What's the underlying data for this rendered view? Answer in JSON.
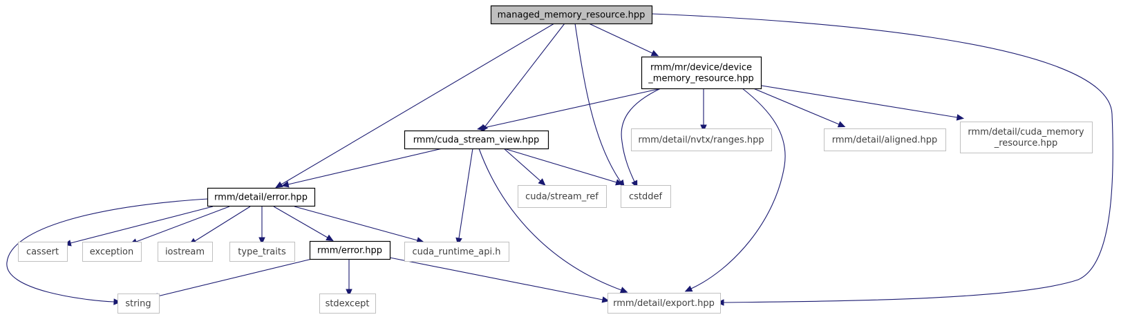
{
  "diagram": {
    "title": "managed_memory_resource.hpp",
    "colors": {
      "edge": "#191970",
      "root_fill": "#bfbfbf",
      "node_border": "#000000",
      "system_border": "#bfbfbf",
      "system_text": "#3f3f3f"
    },
    "nodes": [
      {
        "id": "managed",
        "kind": "root",
        "lines": [
          "managed_memory_resource.hpp"
        ]
      },
      {
        "id": "device",
        "kind": "project",
        "lines": [
          "rmm/mr/device/device",
          "_memory_resource.hpp"
        ]
      },
      {
        "id": "csv",
        "kind": "project",
        "lines": [
          "rmm/cuda_stream_view.hpp"
        ]
      },
      {
        "id": "error_detail",
        "kind": "project",
        "lines": [
          "rmm/detail/error.hpp"
        ]
      },
      {
        "id": "rmm_error",
        "kind": "project",
        "lines": [
          "rmm/error.hpp"
        ]
      },
      {
        "id": "nvtx",
        "kind": "system",
        "lines": [
          "rmm/detail/nvtx/ranges.hpp"
        ]
      },
      {
        "id": "aligned",
        "kind": "system",
        "lines": [
          "rmm/detail/aligned.hpp"
        ]
      },
      {
        "id": "cuda_mr",
        "kind": "system",
        "lines": [
          "rmm/detail/cuda_memory",
          "_resource.hpp"
        ]
      },
      {
        "id": "stream_ref",
        "kind": "system",
        "lines": [
          "cuda/stream_ref"
        ]
      },
      {
        "id": "cstddef",
        "kind": "system",
        "lines": [
          "cstddef"
        ]
      },
      {
        "id": "cassert",
        "kind": "system",
        "lines": [
          "cassert"
        ]
      },
      {
        "id": "exception",
        "kind": "system",
        "lines": [
          "exception"
        ]
      },
      {
        "id": "iostream",
        "kind": "system",
        "lines": [
          "iostream"
        ]
      },
      {
        "id": "type_traits",
        "kind": "system",
        "lines": [
          "type_traits"
        ]
      },
      {
        "id": "cuda_runtime",
        "kind": "system",
        "lines": [
          "cuda_runtime_api.h"
        ]
      },
      {
        "id": "string",
        "kind": "system",
        "lines": [
          "string"
        ]
      },
      {
        "id": "stdexcept",
        "kind": "system",
        "lines": [
          "stdexcept"
        ]
      },
      {
        "id": "export",
        "kind": "system",
        "lines": [
          "rmm/detail/export.hpp"
        ]
      }
    ],
    "edges": [
      {
        "from": "managed",
        "to": "device"
      },
      {
        "from": "managed",
        "to": "csv"
      },
      {
        "from": "managed",
        "to": "error_detail"
      },
      {
        "from": "managed",
        "to": "cstddef"
      },
      {
        "from": "managed",
        "to": "export"
      },
      {
        "from": "device",
        "to": "csv"
      },
      {
        "from": "device",
        "to": "cstddef"
      },
      {
        "from": "device",
        "to": "nvtx"
      },
      {
        "from": "device",
        "to": "aligned"
      },
      {
        "from": "device",
        "to": "cuda_mr"
      },
      {
        "from": "device",
        "to": "export"
      },
      {
        "from": "csv",
        "to": "error_detail"
      },
      {
        "from": "csv",
        "to": "stream_ref"
      },
      {
        "from": "csv",
        "to": "cstddef"
      },
      {
        "from": "csv",
        "to": "cuda_runtime"
      },
      {
        "from": "csv",
        "to": "export"
      },
      {
        "from": "error_detail",
        "to": "string"
      },
      {
        "from": "error_detail",
        "to": "cassert"
      },
      {
        "from": "error_detail",
        "to": "exception"
      },
      {
        "from": "error_detail",
        "to": "iostream"
      },
      {
        "from": "error_detail",
        "to": "type_traits"
      },
      {
        "from": "error_detail",
        "to": "rmm_error"
      },
      {
        "from": "error_detail",
        "to": "cuda_runtime"
      },
      {
        "from": "rmm_error",
        "to": "string"
      },
      {
        "from": "rmm_error",
        "to": "stdexcept"
      },
      {
        "from": "rmm_error",
        "to": "export"
      }
    ]
  }
}
